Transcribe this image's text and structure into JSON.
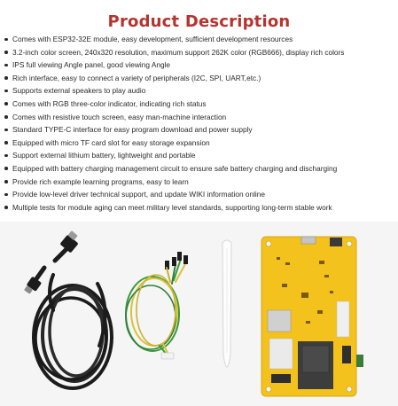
{
  "title": "Product Description",
  "colors": {
    "title": "#b5342f",
    "text": "#2a2a2a",
    "photo_background": "#f5f5f5",
    "board_yellow": "#f3c21c",
    "cable_black": "#1c1c1c",
    "wire_green": "#3b9a3b",
    "wire_yellow": "#d8c23a"
  },
  "features": [
    "Comes with ESP32-32E module, easy development, sufficient development resources",
    "3.2-inch color screen, 240x320 resolution, maximum support 262K color (RGB666), display rich colors",
    "IPS full viewing Angle panel, good viewing Angle",
    "Rich interface, easy to connect a variety of peripherals (I2C, SPI, UART,etc.)",
    "Supports external speakers to play audio",
    "Comes with RGB three-color indicator, indicating rich status",
    "Comes with resistive touch screen, easy man-machine interaction",
    "Standard TYPE-C interface for easy program download and power supply",
    "Equipped with micro TF card slot for easy storage expansion",
    "Support external lithium battery, lightweight and portable",
    "Equipped with battery charging management circuit to ensure safe battery charging and discharging",
    "Provide rich example learning programs, easy to learn",
    "Provide low-level driver technical support, and update WIKI information online",
    "Multiple tests for module aging can meet military level standards, supporting long-term stable work"
  ],
  "photo": {
    "items": [
      "usb-type-c-cable",
      "jumper-wire-harness",
      "stylus-pen",
      "esp32-display-board"
    ]
  }
}
